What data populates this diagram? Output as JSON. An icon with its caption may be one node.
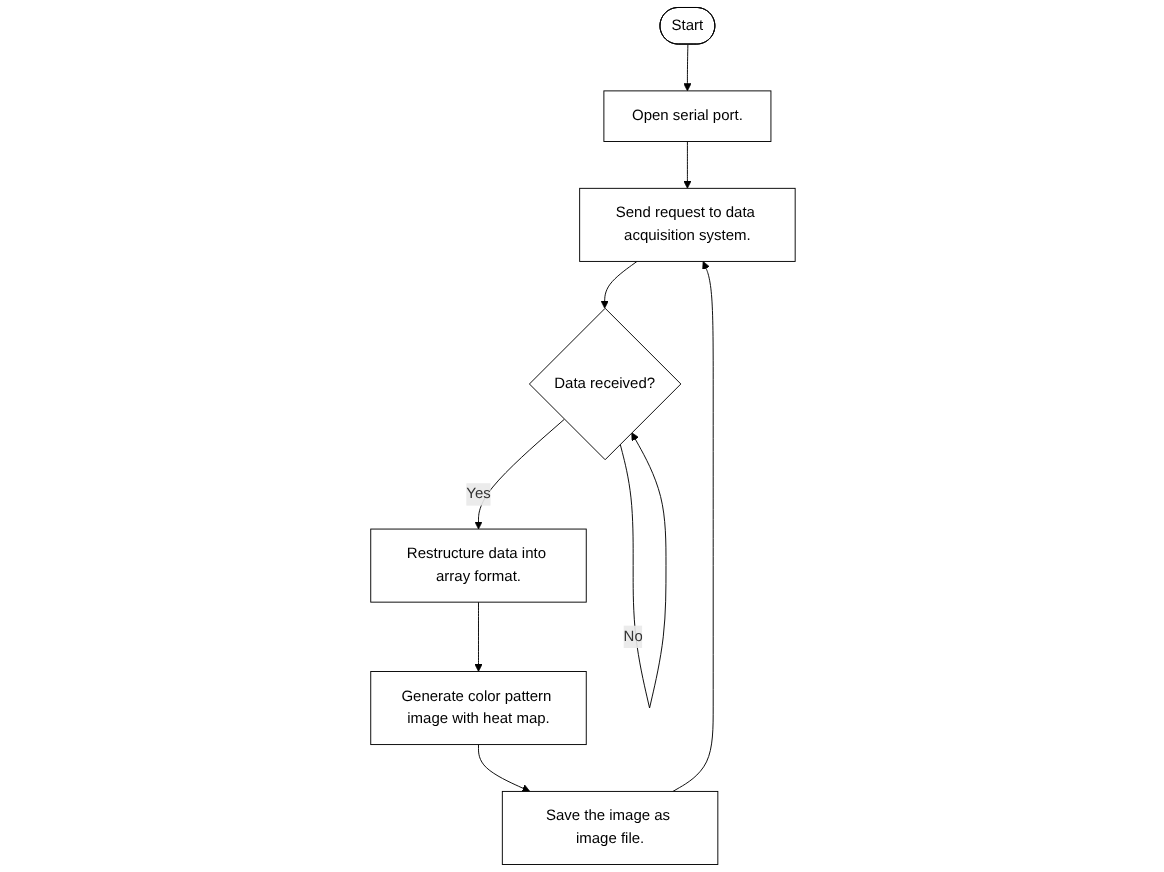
{
  "diagram": {
    "nodes": [
      {
        "text": [
          "Start"
        ]
      },
      {
        "text": [
          "Open serial port."
        ]
      },
      {
        "text": [
          "Send request to data acquisition system."
        ]
      },
      {
        "text": [
          "Data received?"
        ]
      },
      {
        "text": [
          "Restructure data into array format."
        ]
      },
      {
        "text": [
          "Generate color pattern image with heat map."
        ]
      },
      {
        "text": [
          "Save the image as image file."
        ]
      }
    ],
    "edges": [
      {
        "from": 0,
        "to": 1,
        "arrow": "to"
      },
      {
        "from": 1,
        "to": 2,
        "arrow": "to"
      },
      {
        "from": 2,
        "to": 3,
        "arrow": "to"
      },
      {
        "from": 3,
        "to": 3,
        "arrow": "to",
        "label": "No"
      },
      {
        "from": 3,
        "to": 4,
        "arrow": "to",
        "label": "Yes"
      },
      {
        "from": 4,
        "to": 5,
        "arrow": "to"
      },
      {
        "from": 5,
        "to": 6,
        "arrow": "to"
      },
      {
        "from": 6,
        "to": 2,
        "arrow": "to"
      }
    ]
  }
}
